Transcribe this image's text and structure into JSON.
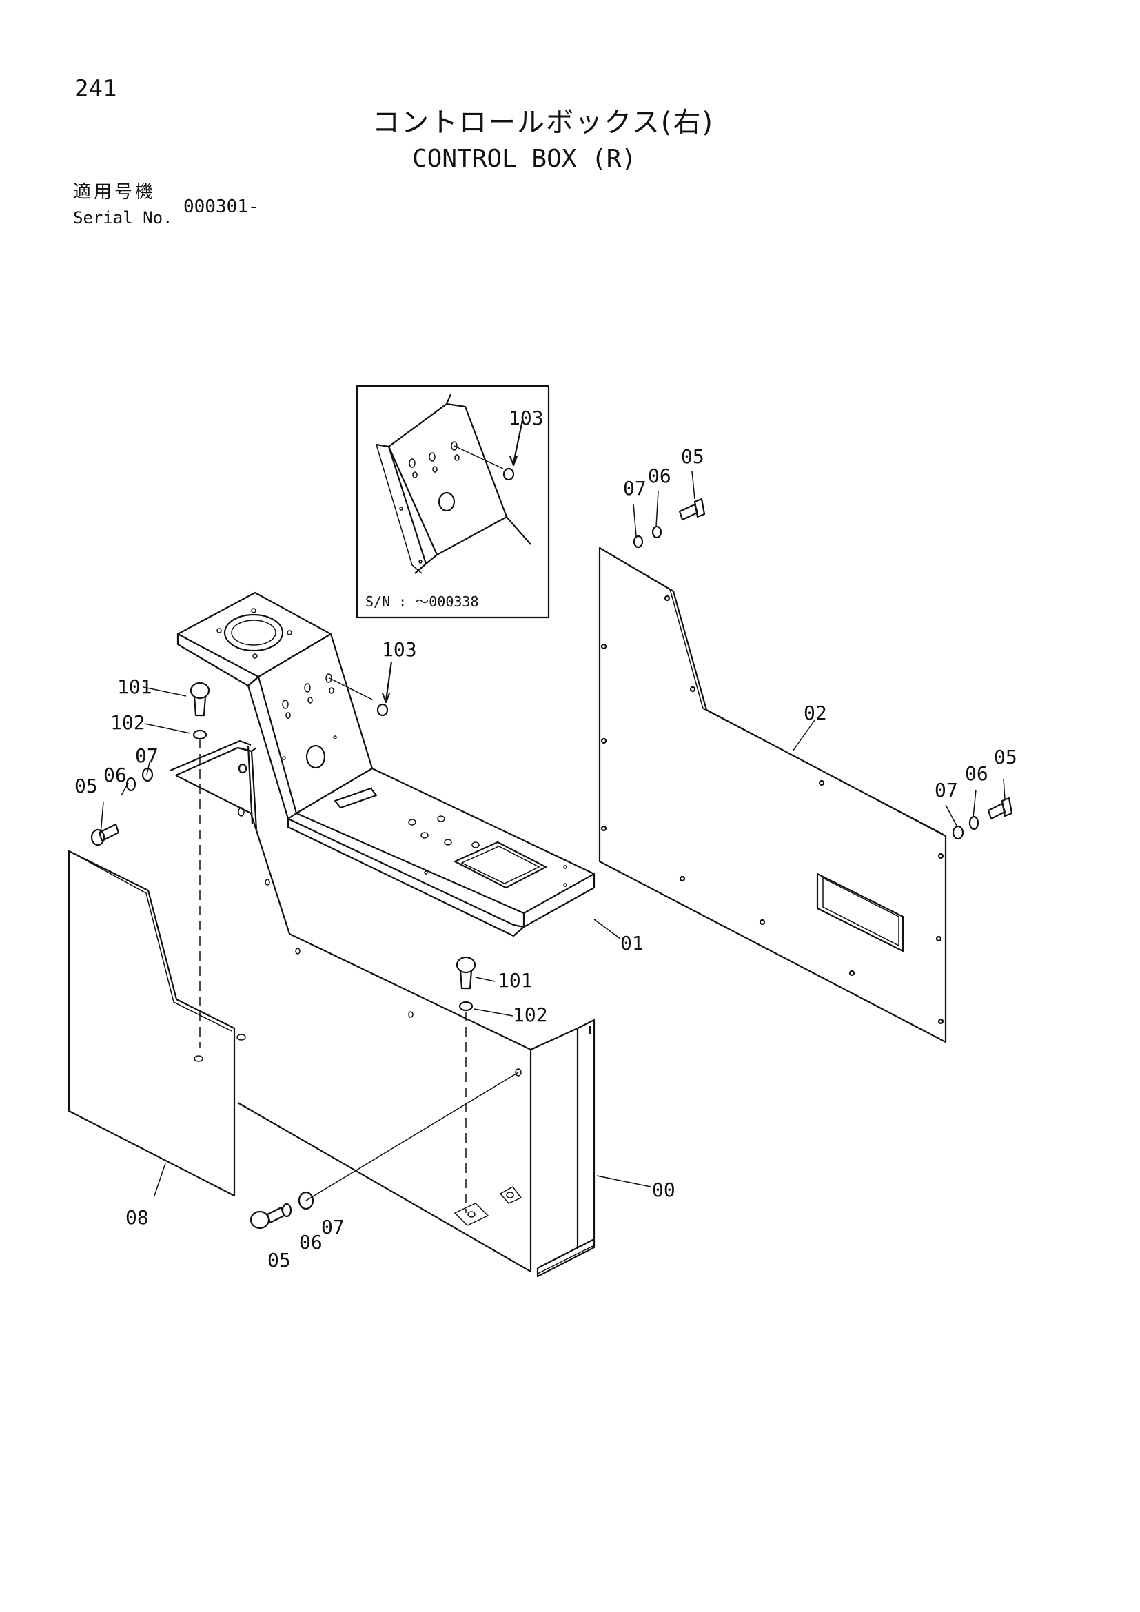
{
  "header": {
    "page_number": "241",
    "title_jp": "コントロールボックス(右)",
    "title_en": "CONTROL BOX (R)",
    "serial_label_jp": "適用号機",
    "serial_label_en": "Serial No.",
    "serial_value": "000301-"
  },
  "inset": {
    "note": "S/N : ～000338",
    "part_label": "103"
  },
  "callouts": {
    "c00": "00",
    "c01": "01",
    "c02": "02",
    "c05": "05",
    "c06": "06",
    "c07": "07",
    "c08": "08",
    "c101": "101",
    "c102": "102",
    "c103": "103"
  }
}
